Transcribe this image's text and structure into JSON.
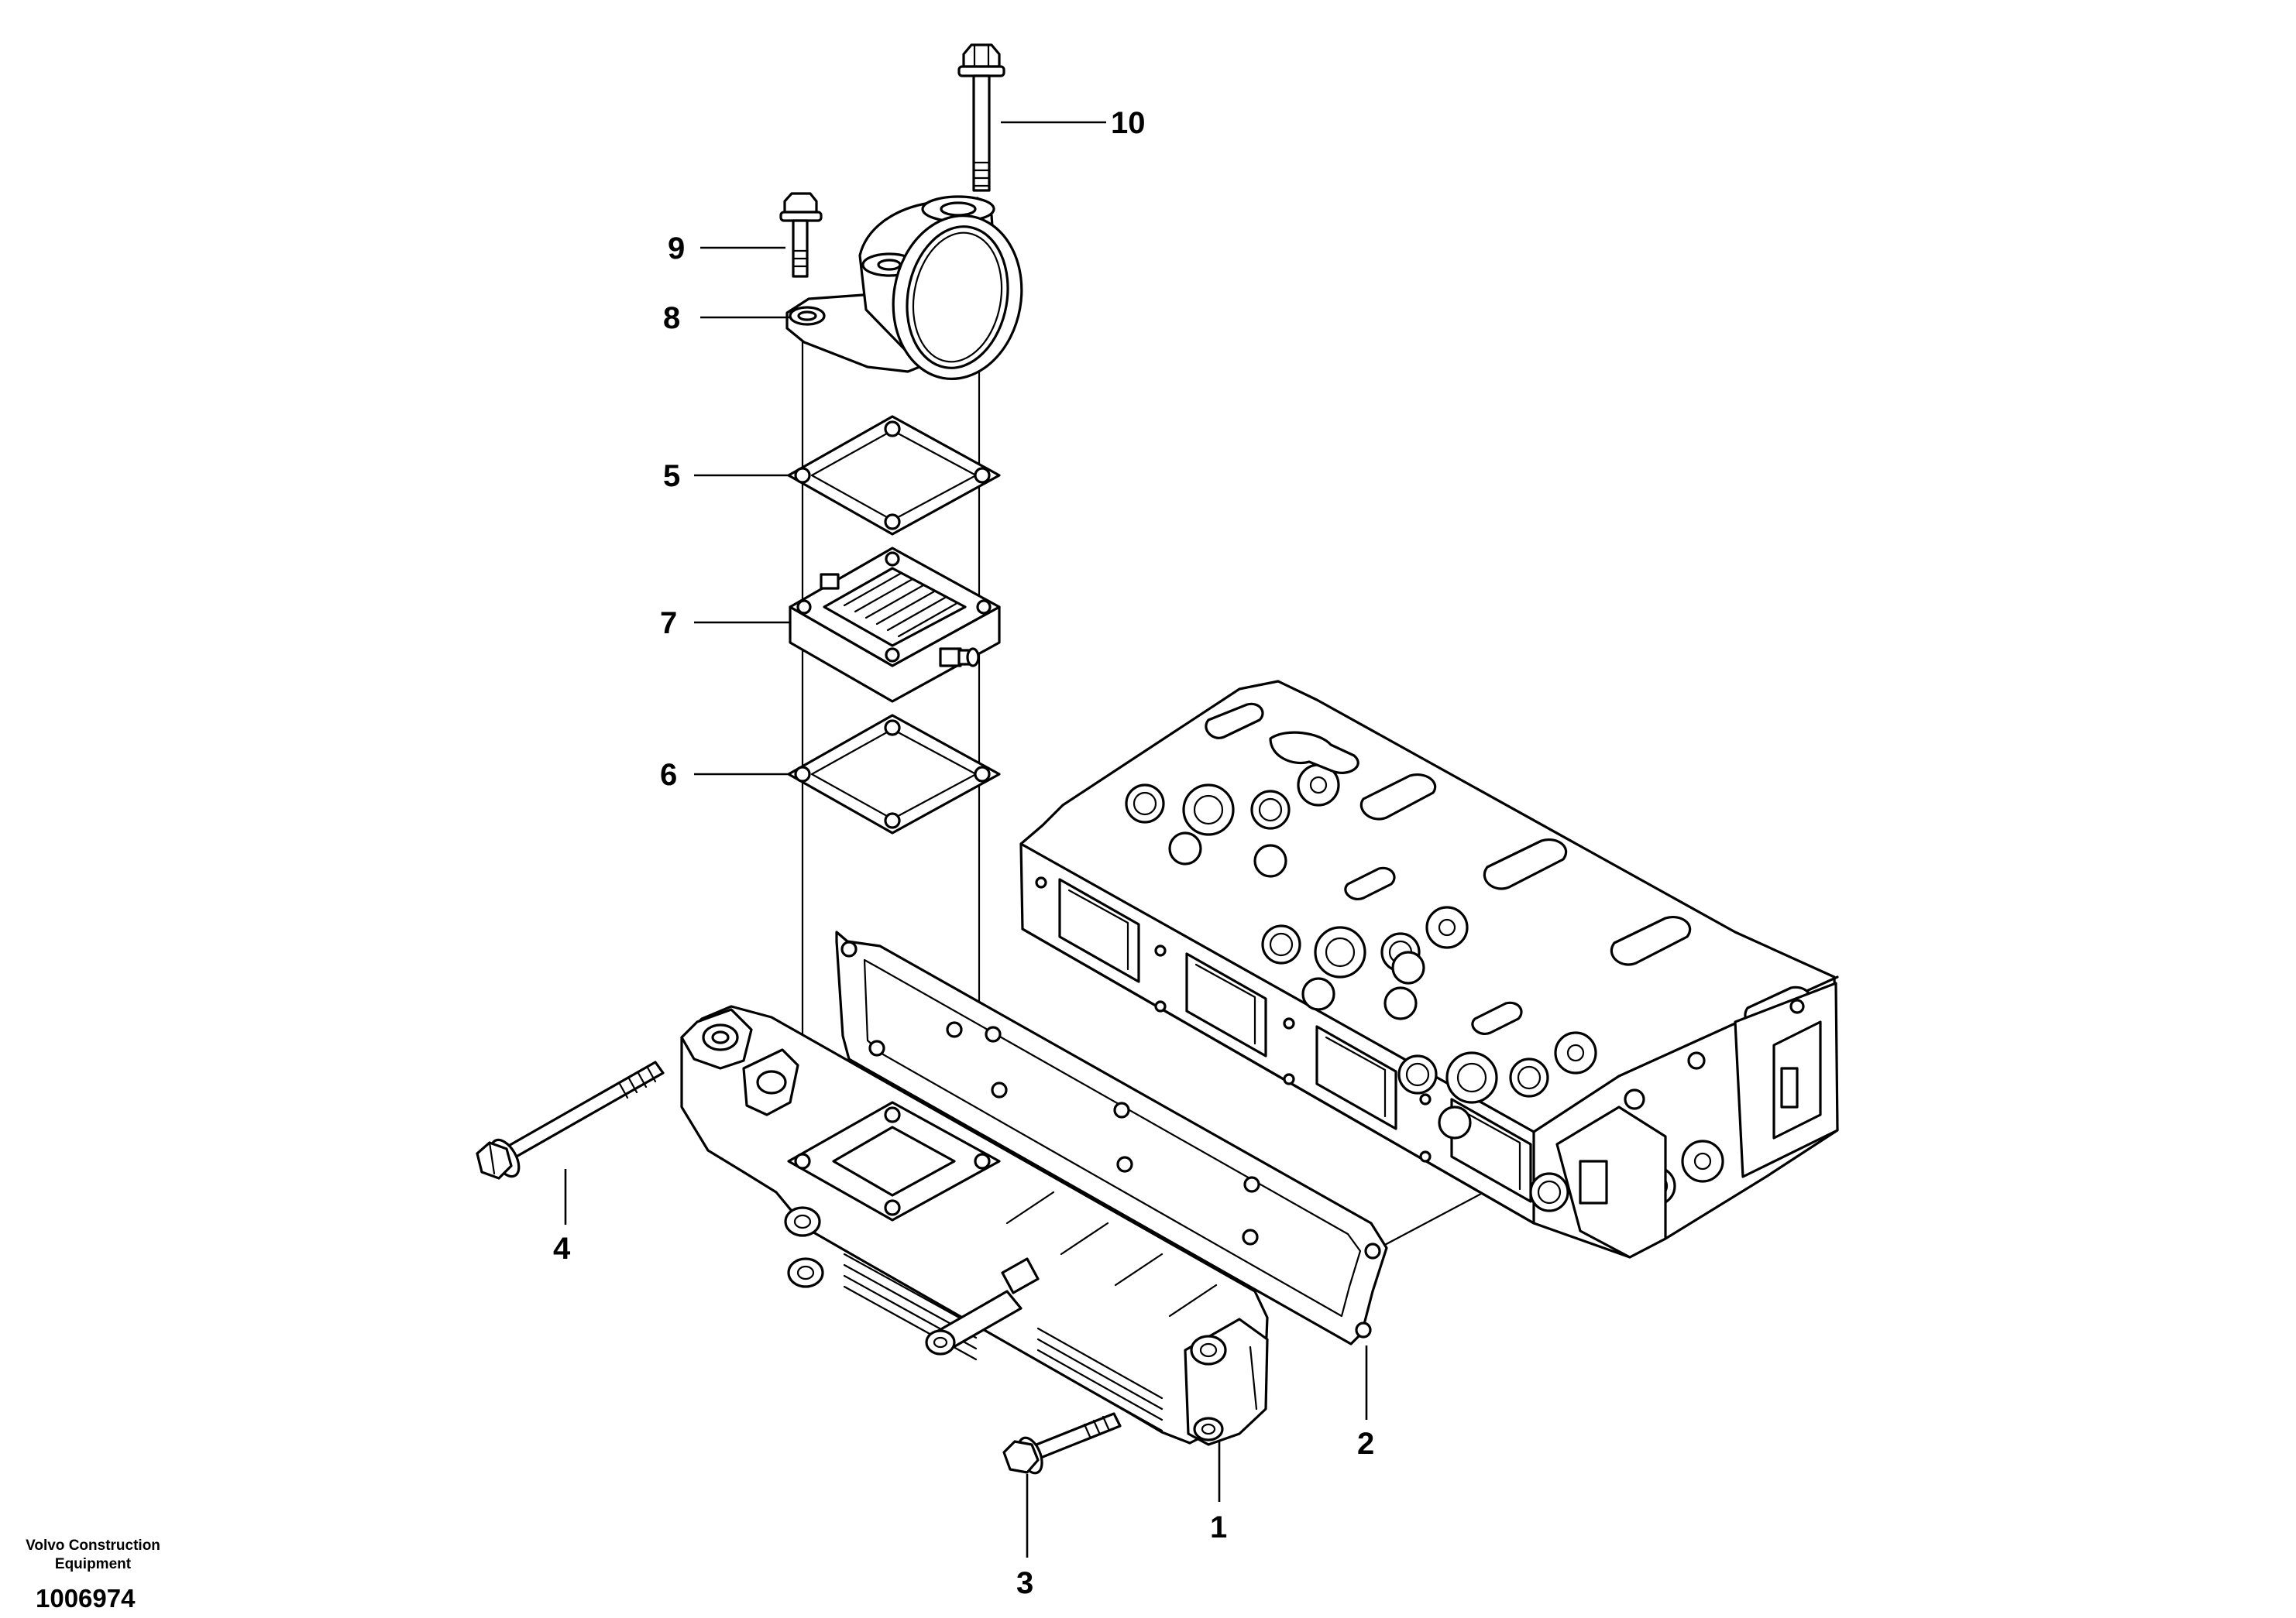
{
  "callouts": {
    "p1": "1",
    "p2": "2",
    "p3": "3",
    "p4": "4",
    "p5": "5",
    "p6": "6",
    "p7": "7",
    "p8": "8",
    "p9": "9",
    "p10": "10"
  },
  "footer": {
    "brand_line1": "Volvo Construction",
    "brand_line2": "Equipment",
    "document_number": "1006974"
  }
}
